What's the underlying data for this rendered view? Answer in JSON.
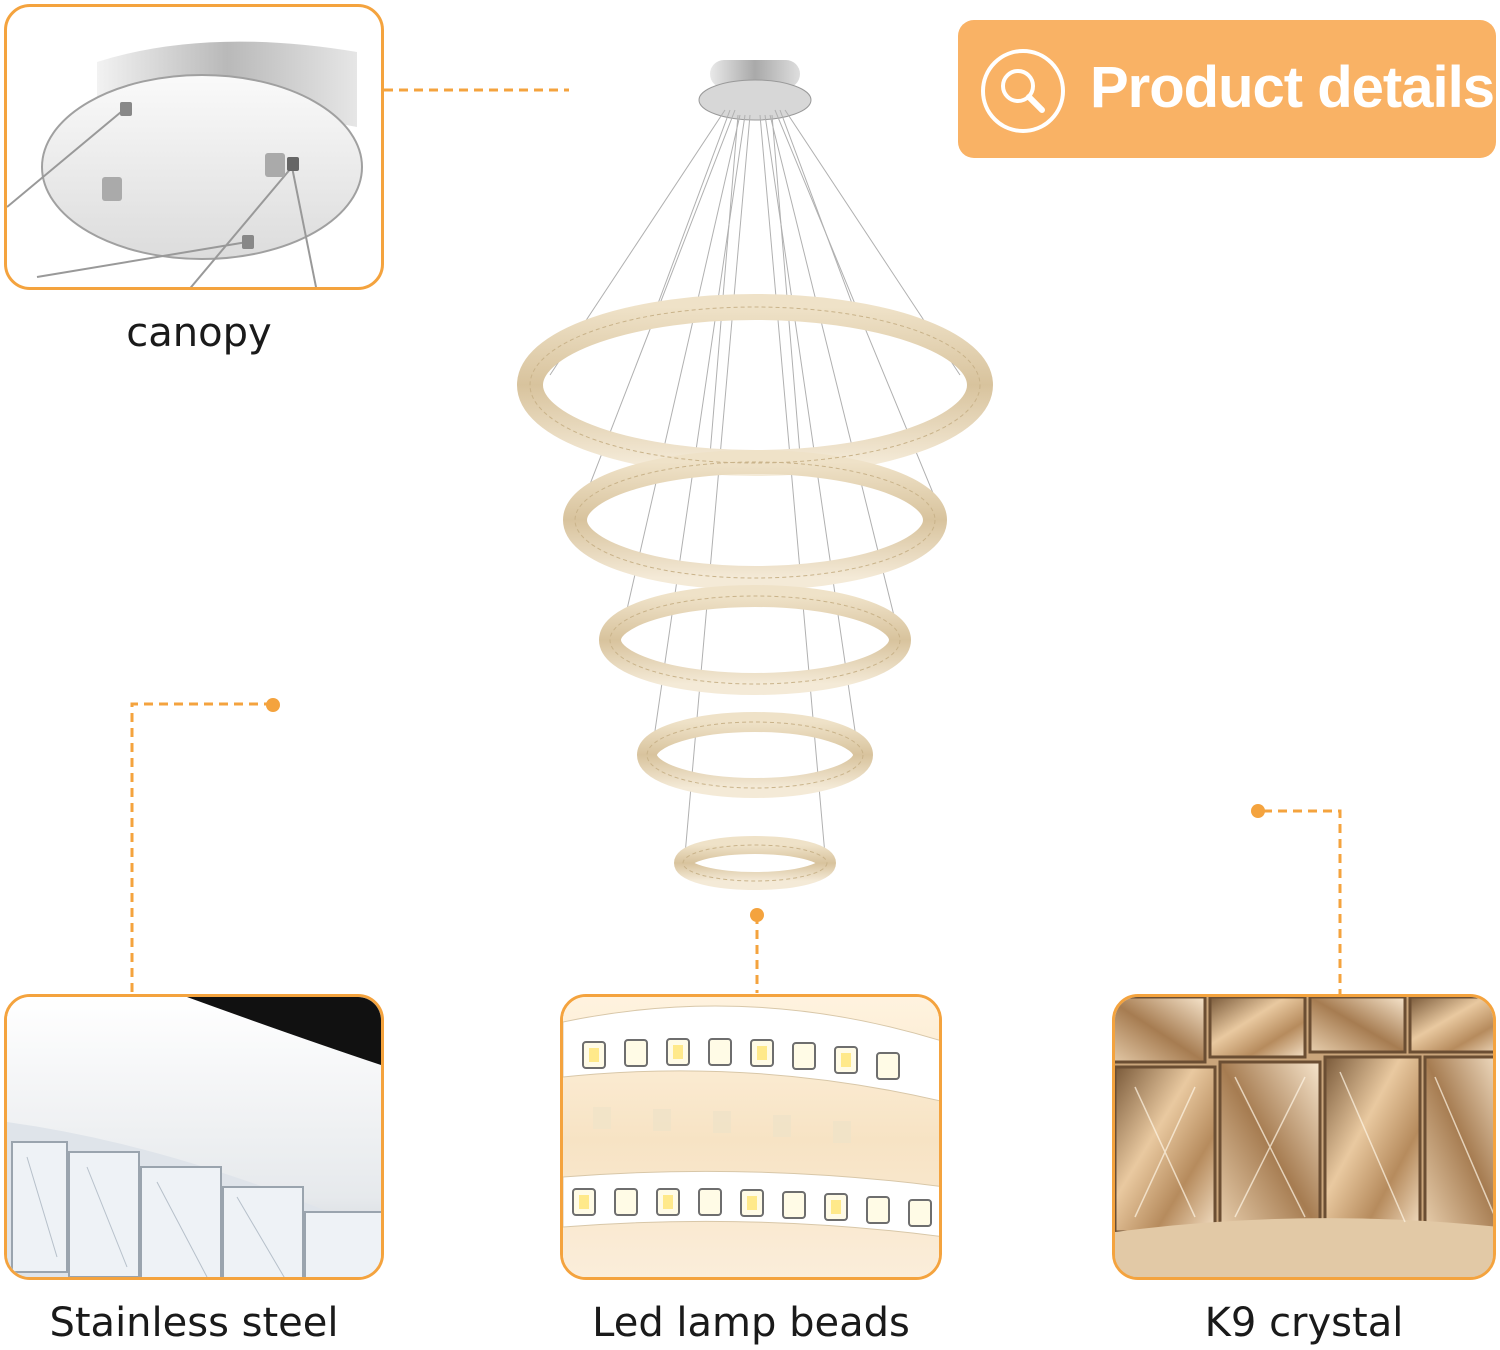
{
  "badge": {
    "title": "Product details",
    "icon": "magnifier-icon",
    "color": "#f9b265"
  },
  "callouts": [
    {
      "key": "canopy",
      "label": "canopy"
    },
    {
      "key": "steel",
      "label": "Stainless steel"
    },
    {
      "key": "led",
      "label": "Led lamp beads"
    },
    {
      "key": "crystal",
      "label": "K9 crystal"
    }
  ],
  "accent_color": "#f4a33e"
}
